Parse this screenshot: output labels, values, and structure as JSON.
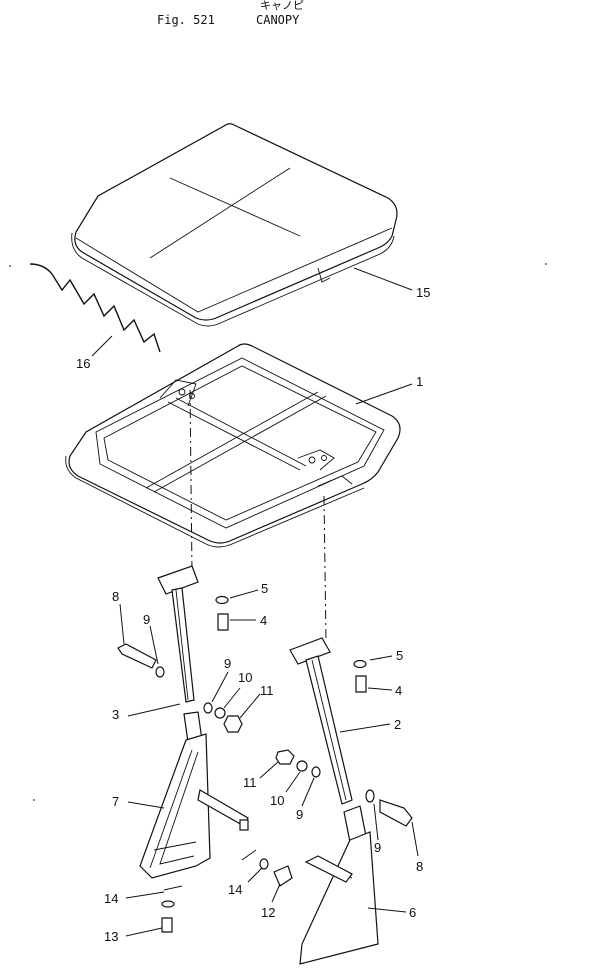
{
  "header": {
    "japanese_title": "キャノピ",
    "fig_label": "Fig. 521",
    "english_title": "CANOPY"
  },
  "callouts": [
    {
      "id": "c15",
      "label": "15"
    },
    {
      "id": "c16",
      "label": "16"
    },
    {
      "id": "c1",
      "label": "1"
    },
    {
      "id": "c8a",
      "label": "8"
    },
    {
      "id": "c9a",
      "label": "9"
    },
    {
      "id": "c5a",
      "label": "5"
    },
    {
      "id": "c4a",
      "label": "4"
    },
    {
      "id": "c9b",
      "label": "9"
    },
    {
      "id": "c10a",
      "label": "10"
    },
    {
      "id": "c11a",
      "label": "11"
    },
    {
      "id": "c3",
      "label": "3"
    },
    {
      "id": "c5b",
      "label": "5"
    },
    {
      "id": "c4b",
      "label": "4"
    },
    {
      "id": "c2",
      "label": "2"
    },
    {
      "id": "c11b",
      "label": "11"
    },
    {
      "id": "c10b",
      "label": "10"
    },
    {
      "id": "c9c",
      "label": "9"
    },
    {
      "id": "c7",
      "label": "7"
    },
    {
      "id": "c9d",
      "label": "9"
    },
    {
      "id": "c8b",
      "label": "8"
    },
    {
      "id": "c14a",
      "label": "14"
    },
    {
      "id": "c14b",
      "label": "14"
    },
    {
      "id": "c12",
      "label": "12"
    },
    {
      "id": "c13",
      "label": "13"
    },
    {
      "id": "c6",
      "label": "6"
    }
  ]
}
